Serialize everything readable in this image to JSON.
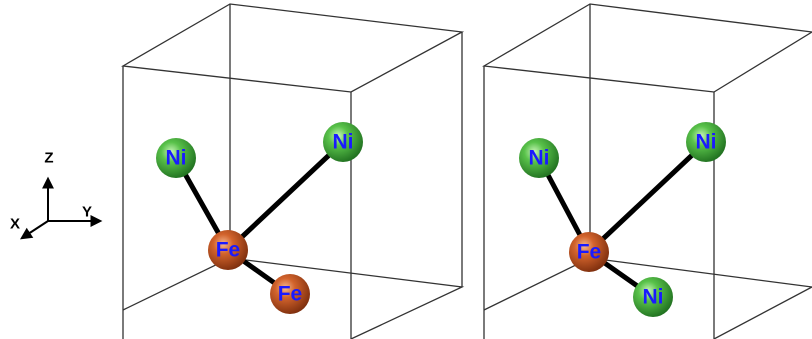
{
  "axes": {
    "z_label": "Z",
    "x_label": "X",
    "y_label": "Y"
  },
  "colors": {
    "ni": "#2e9e2e",
    "fe": "#c0501f",
    "label": "#1a1aff"
  },
  "panels": [
    {
      "atoms": [
        {
          "element": "Ni"
        },
        {
          "element": "Ni"
        },
        {
          "element": "Fe"
        },
        {
          "element": "Fe"
        }
      ]
    },
    {
      "atoms": [
        {
          "element": "Ni"
        },
        {
          "element": "Ni"
        },
        {
          "element": "Fe"
        },
        {
          "element": "Ni"
        }
      ]
    }
  ]
}
